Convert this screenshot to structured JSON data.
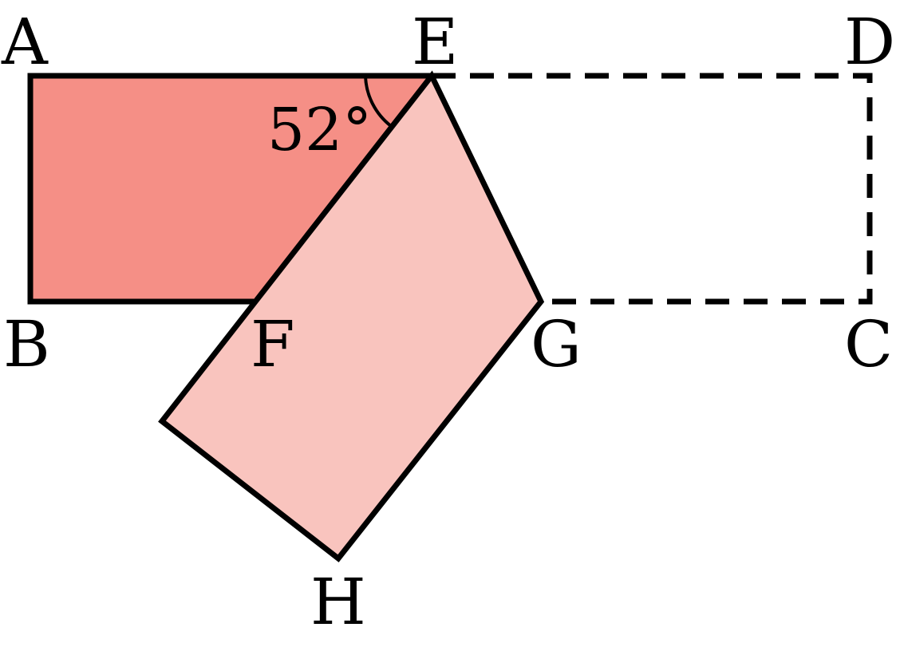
{
  "labels": {
    "A": "A",
    "B": "B",
    "C": "C",
    "D": "D",
    "E": "E",
    "F": "F",
    "G": "G",
    "H": "H"
  },
  "angle": "52°",
  "colors": {
    "outline": "#000000",
    "unfolded_region": "#f58f86",
    "folded_flap": "#f9c4be",
    "background": "#ffffff"
  }
}
